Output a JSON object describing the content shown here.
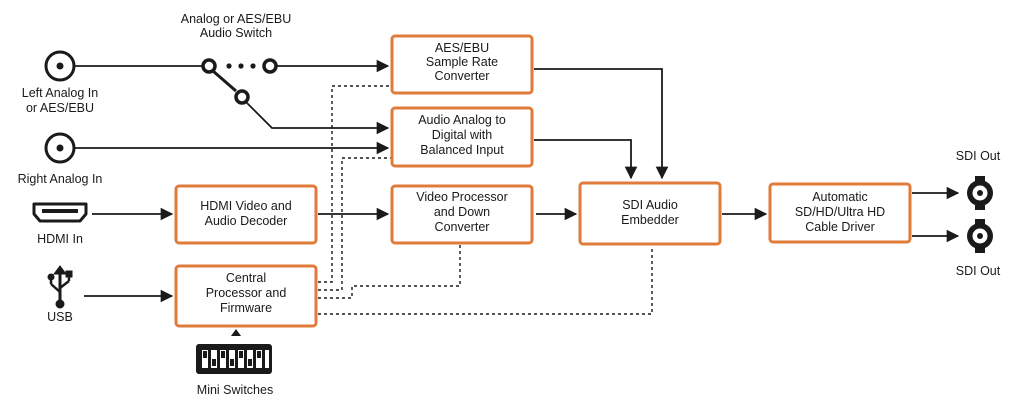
{
  "colors": {
    "block_border": "#e07b39",
    "line": "#1a1a1a",
    "background": "#ffffff"
  },
  "inputs": {
    "switch_label": [
      "Analog or AES/EBU",
      "Audio Switch"
    ],
    "left_analog": [
      "Left Analog In",
      "or AES/EBU"
    ],
    "right_analog": [
      "Right Analog In"
    ],
    "hdmi_in": [
      "HDMI In"
    ],
    "usb": [
      "USB"
    ],
    "mini_switches": [
      "Mini Switches"
    ]
  },
  "blocks": {
    "aes_src": [
      "AES/EBU",
      "Sample Rate",
      "Converter"
    ],
    "analog_digital": [
      "Audio Analog to",
      "Digital with",
      "Balanced Input"
    ],
    "hdmi_decoder": [
      "HDMI Video and",
      "Audio Decoder"
    ],
    "video_processor": [
      "Video Processor",
      "and Down",
      "Converter"
    ],
    "sdi_embedder": [
      "SDI Audio",
      "Embedder"
    ],
    "cable_driver": [
      "Automatic",
      "SD/HD/Ultra HD",
      "Cable Driver"
    ],
    "central_processor": [
      "Central",
      "Processor and",
      "Firmware"
    ]
  },
  "outputs": {
    "sdi_out_top": [
      "SDI Out"
    ],
    "sdi_out_bottom": [
      "SDI Out"
    ]
  },
  "icons": [
    "bnc-connector-icon",
    "hdmi-port-icon",
    "usb-icon",
    "dip-switch-icon",
    "arrow-icon"
  ]
}
